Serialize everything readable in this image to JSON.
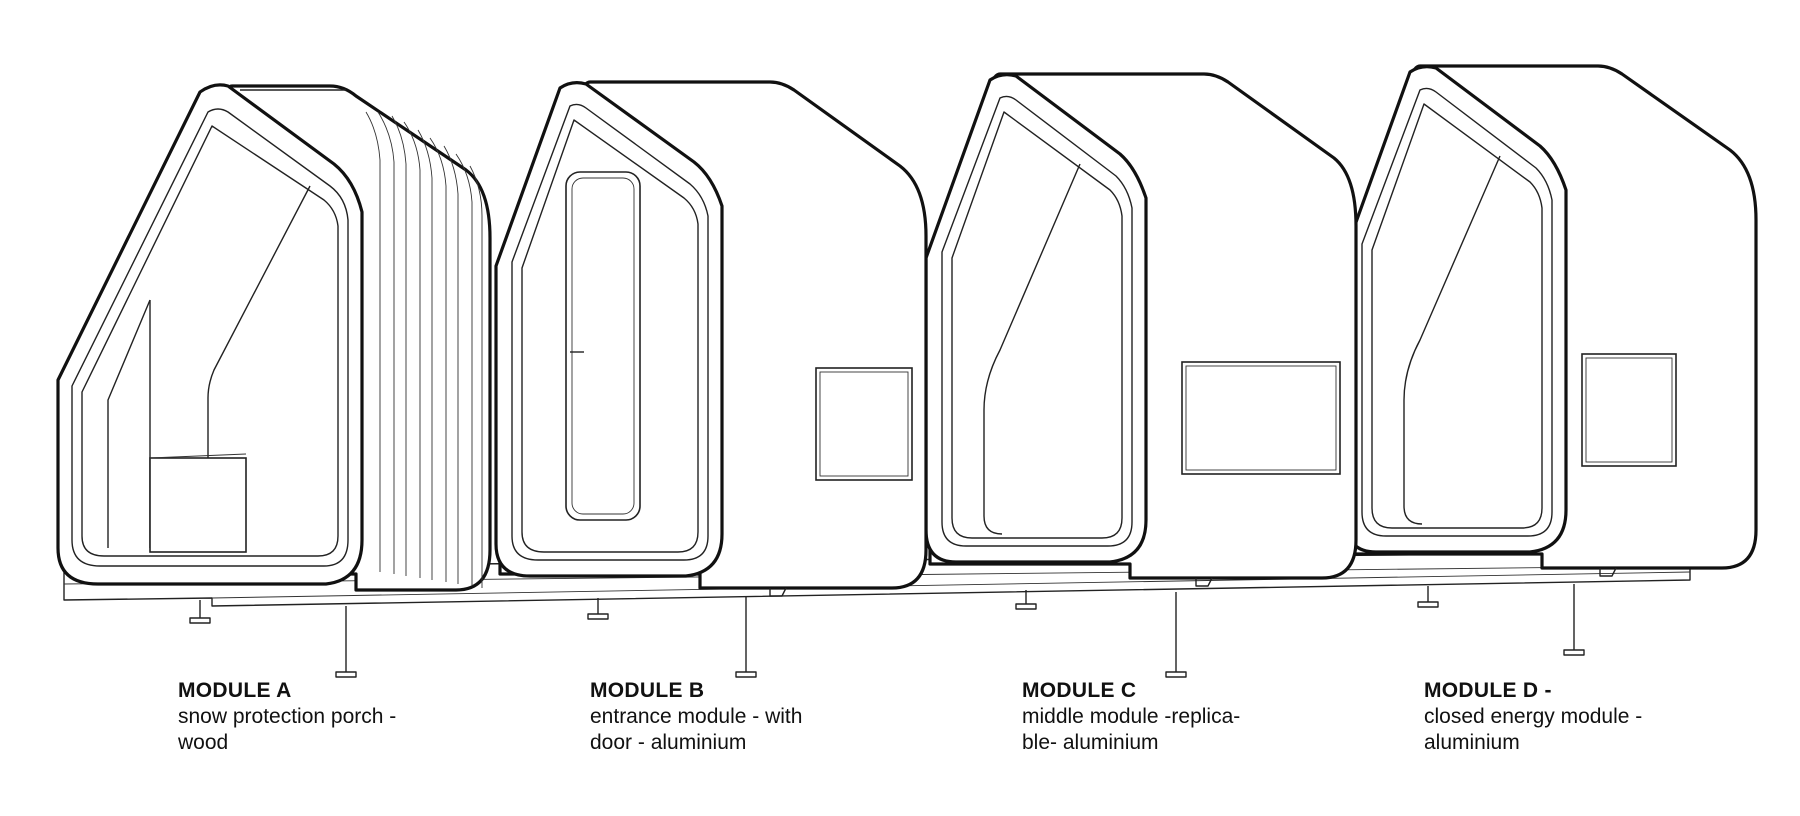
{
  "modules": [
    {
      "id": "a",
      "title": "MODULE A",
      "description_lines": [
        "snow protection porch -",
        "wood"
      ]
    },
    {
      "id": "b",
      "title": "MODULE B",
      "description_lines": [
        "entrance module - with",
        "door - aluminium"
      ]
    },
    {
      "id": "c",
      "title": "MODULE C",
      "description_lines": [
        "middle module -replica-",
        "ble- aluminium"
      ]
    },
    {
      "id": "d",
      "title": "MODULE D -",
      "description_lines": [
        "closed energy module -",
        "aluminium"
      ]
    }
  ]
}
